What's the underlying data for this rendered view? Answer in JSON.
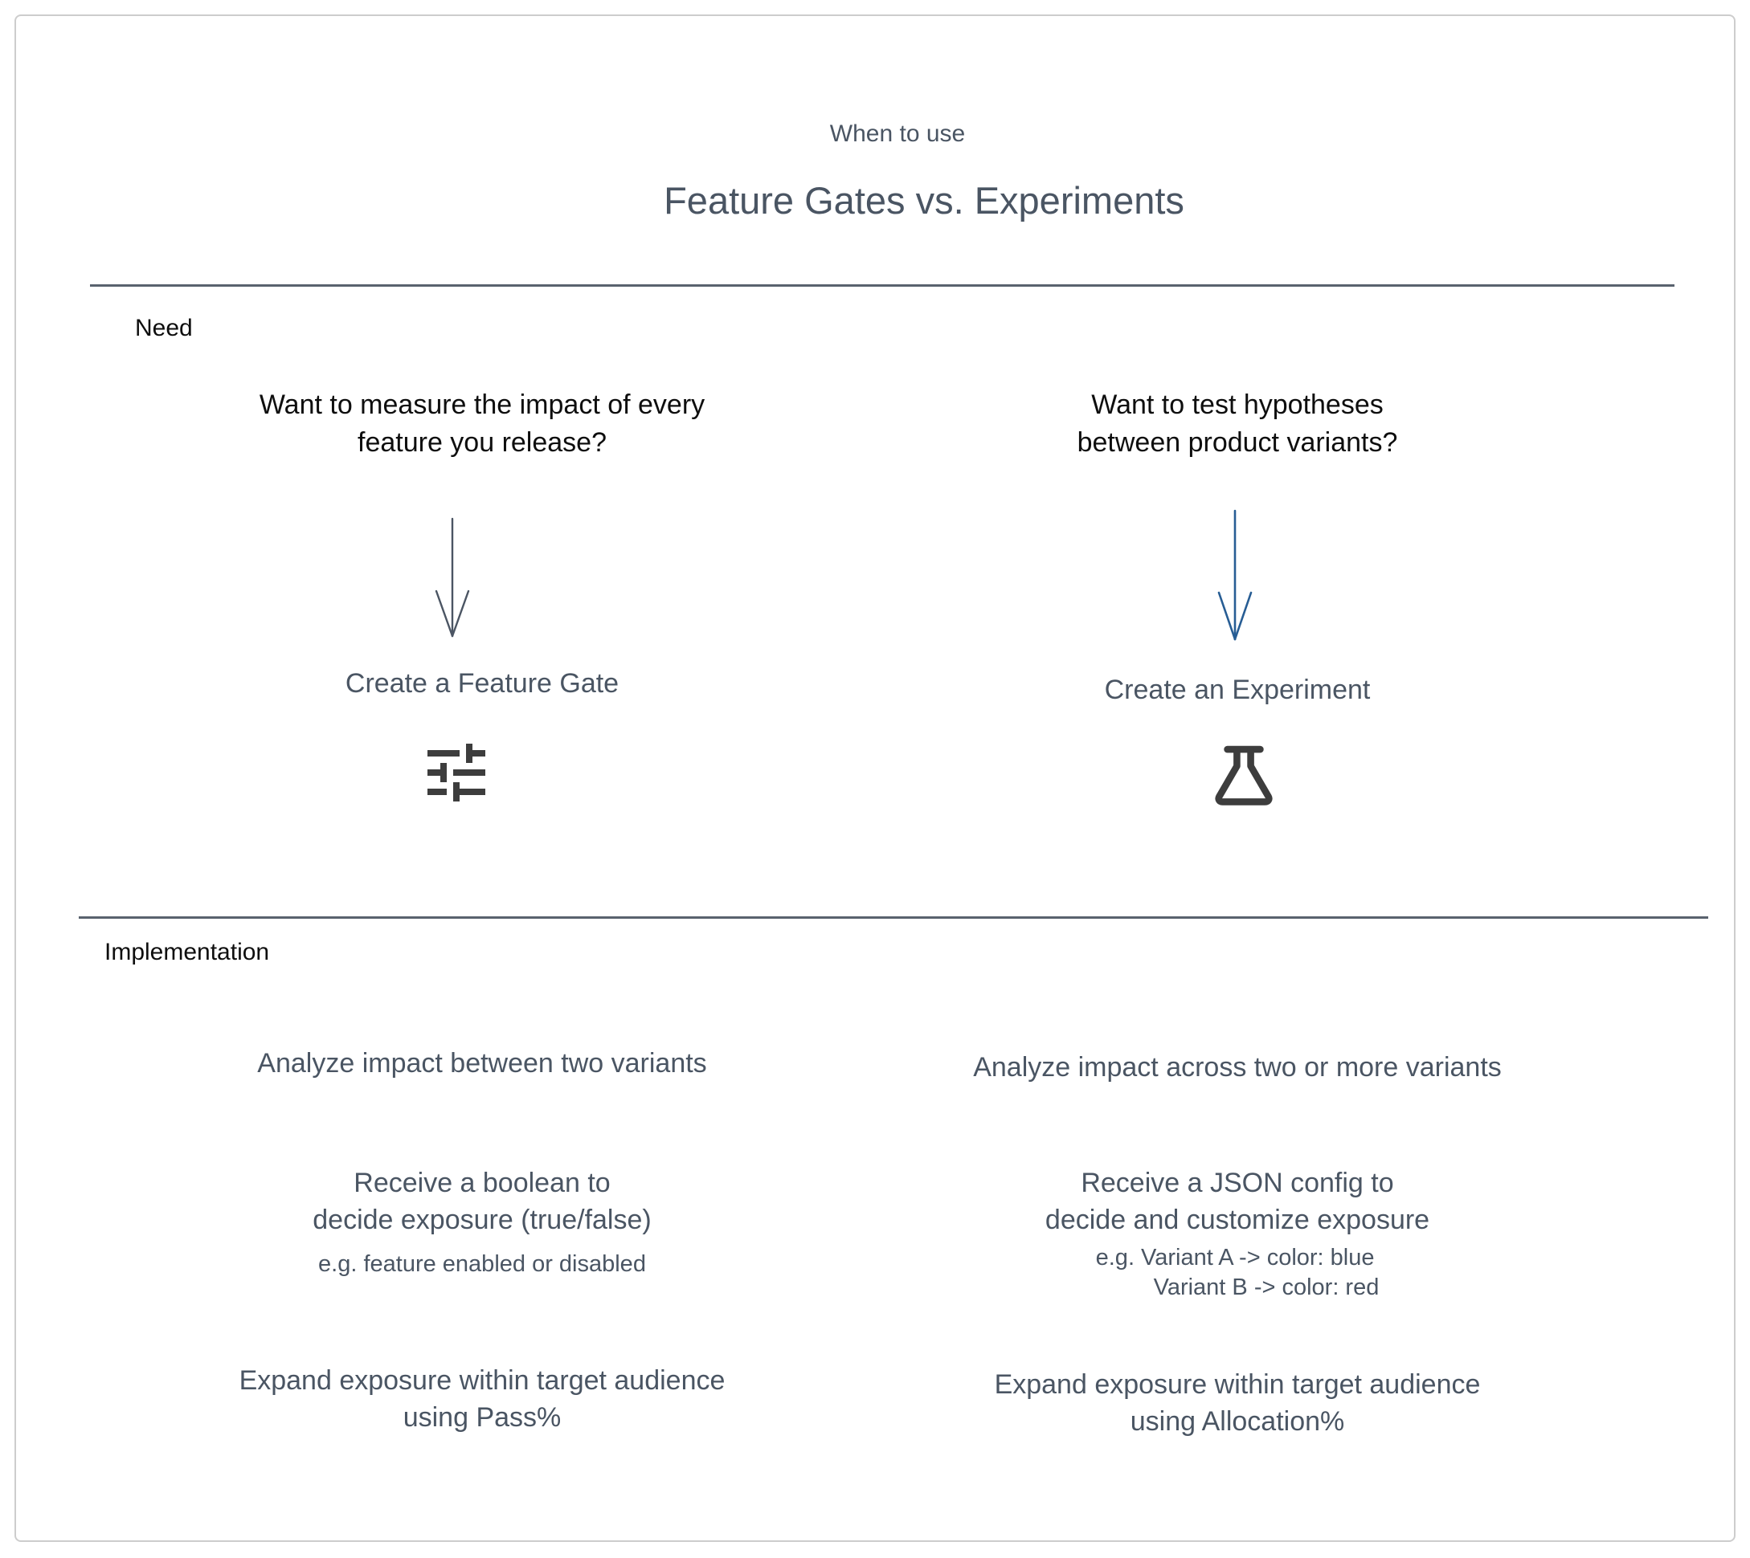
{
  "header": {
    "eyebrow": "When to use",
    "title": "Feature Gates vs. Experiments"
  },
  "sections": {
    "need_label": "Need",
    "implementation_label": "Implementation"
  },
  "need": {
    "left": {
      "question_line1": "Want to measure the impact of every",
      "question_line2": "feature you release?",
      "arrow_icon": "arrow-down-icon",
      "action": "Create a Feature Gate",
      "icon": "sliders-icon"
    },
    "right": {
      "question_line1": "Want to test hypotheses",
      "question_line2": "between product variants?",
      "arrow_icon": "arrow-down-icon",
      "action": "Create an Experiment",
      "icon": "flask-icon"
    }
  },
  "implementation": {
    "left": {
      "row1": "Analyze impact between two variants",
      "row2_line1": "Receive a boolean to",
      "row2_line2": "decide exposure (true/false)",
      "row2_example": "e.g. feature enabled or disabled",
      "row3_line1": "Expand exposure within target audience",
      "row3_line2": "using Pass%"
    },
    "right": {
      "row1": "Analyze impact across two or more variants",
      "row2_line1": "Receive a JSON config to",
      "row2_line2": "decide and customize exposure",
      "row2_example_line1": "e.g. Variant A -> color: blue",
      "row2_example_line2": "Variant B -> color: red",
      "row3_line1": "Expand exposure within target audience",
      "row3_line2": "using Allocation%"
    }
  },
  "colors": {
    "slate_text": "#4a5563",
    "black_text": "#0e0e0e",
    "icon_gray": "#3d3d3d",
    "arrow_gray": "#4b5563",
    "arrow_blue": "#275d94",
    "divider": "#59626e",
    "frame_border": "#cdcdcd"
  }
}
